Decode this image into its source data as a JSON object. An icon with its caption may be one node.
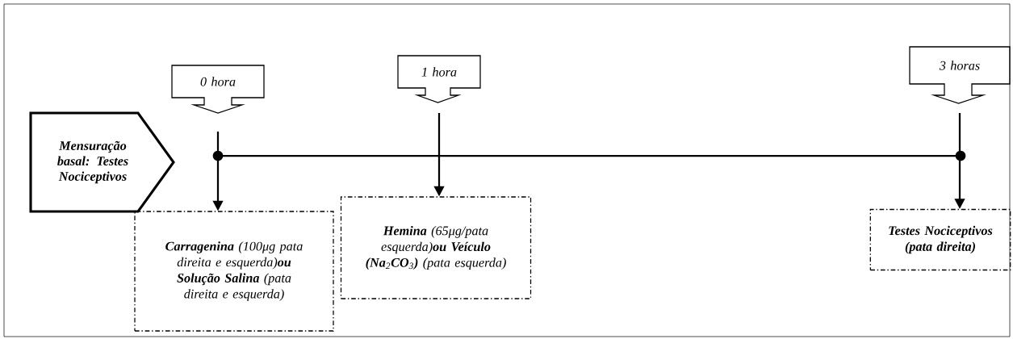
{
  "diagram": {
    "nodes": [
      {
        "text": [
          "Mensuração basal: Testes Nociceptivos"
        ]
      },
      {
        "text": [
          "0 hora"
        ]
      },
      {
        "text": [
          "1 hora"
        ]
      },
      {
        "text": [
          "3 horas"
        ]
      },
      {
        "text": [
          "**Carragenina** (100μg pata direita e esquerda)**ou Solução Salina** (pata direita e esquerda)"
        ]
      },
      {
        "text": [
          "**Hemina** (65μg/pata esquerda)**ou Veículo (Na**$_{2}$**CO**$_{3}$**)** (pata esquerda)"
        ]
      },
      {
        "text": [
          "Testes Nociceptivos (pata direita)"
        ]
      }
    ],
    "edges": [
      {
        "from": 1,
        "to": 4,
        "arrow": "to"
      },
      {
        "from": 2,
        "to": 5,
        "arrow": "to"
      },
      {
        "from": 3,
        "to": 6,
        "arrow": "to"
      }
    ]
  }
}
